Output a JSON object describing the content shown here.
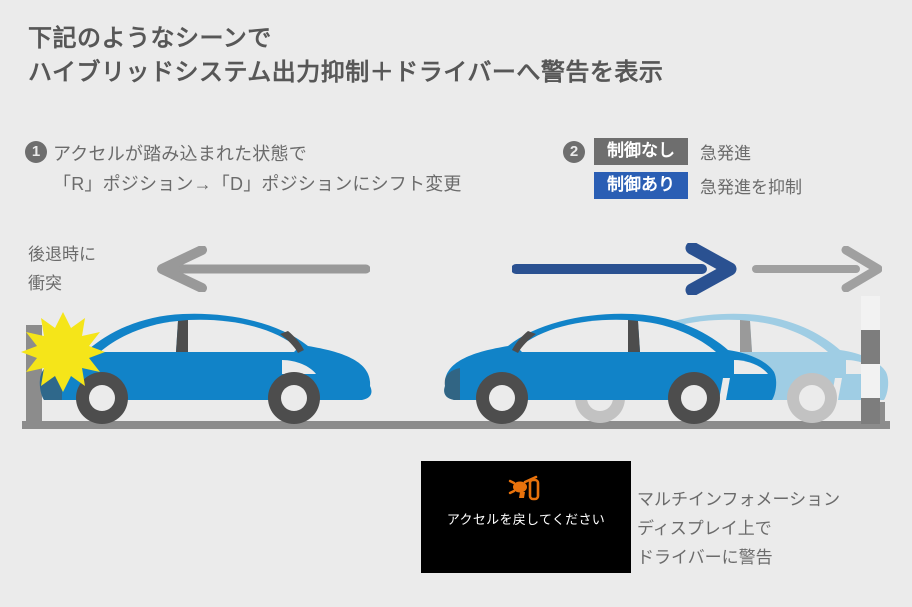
{
  "title": {
    "line1": "下記のようなシーンで",
    "line2": "ハイブリッドシステム出力抑制＋ドライバーへ警告を表示"
  },
  "items": {
    "one": {
      "marker": "❶",
      "line1": "アクセルが踏み込まれた状態で",
      "line2": "「R」ポジション→「D」ポジションにシフト変更"
    },
    "two": {
      "marker": "❷",
      "badges": [
        {
          "label": "制御なし",
          "note": "急発進",
          "color": "#6e6e6e"
        },
        {
          "label": "制御あり",
          "note": "急発進を抑制",
          "color": "#2a5eb4"
        }
      ]
    }
  },
  "scene": {
    "left_annotation": {
      "line1": "後退時に",
      "line2": "衝突"
    },
    "arrows": {
      "reverse": {
        "name": "left-arrow",
        "color": "#999999",
        "direction": "left"
      },
      "controlled": {
        "name": "blue-right-arrow",
        "color": "#2a5191",
        "direction": "right"
      },
      "uncontrolled": {
        "name": "gray-right-arrow",
        "color": "#a0a0a0",
        "direction": "right"
      }
    },
    "colors": {
      "car_blue": "#1183c8",
      "car_ghost": "#9fcde4",
      "tire_dark": "#4d4d4d",
      "tire_ghost": "#c2c2c2",
      "wall": "#8c8c8c",
      "ground": "#8c8c8c",
      "burst": "#f5e519",
      "background": "#ebebeb"
    },
    "collision_burst": "yellow-starburst",
    "pole": "striped-pole"
  },
  "mid": {
    "warning_icon": "accelerator-pedal-warning-icon",
    "warning_text": "アクセルを戻してください",
    "icon_color": "#e8720c",
    "caption": {
      "line1": "マルチインフォメーション",
      "line2": "ディスプレイ上で",
      "line3": "ドライバーに警告"
    }
  }
}
